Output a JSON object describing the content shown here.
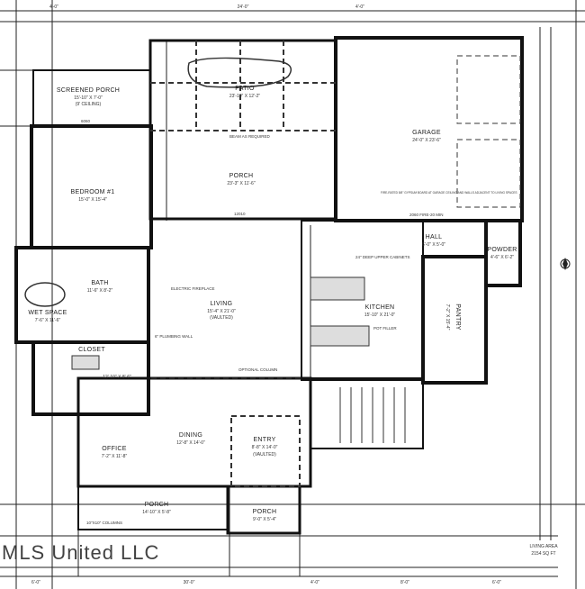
{
  "rooms": {
    "screened_porch": {
      "name": "SCREENED PORCH",
      "size": "15'-10\" X 7'-0\"",
      "note": "(9' CEILING)"
    },
    "patio": {
      "name": "PATIO",
      "size": "23'-10\" X 12'-2\""
    },
    "rear_porch": {
      "name": "PORCH",
      "size": "23'-3\" X 11'-6\""
    },
    "garage": {
      "name": "GARAGE",
      "size": "24'-0\" X 23'-6\""
    },
    "bedroom": {
      "name": "BEDROOM #1",
      "size": "15'-0\" X 15'-4\""
    },
    "bath": {
      "name": "BATH",
      "size": "11'-6\" X 8'-2\""
    },
    "wet_space": {
      "name": "WET SPACE",
      "size": "7'-6\" X 11'-6\""
    },
    "closet": {
      "name": "CLOSET",
      "size": "12'-10\" X 8'-6\""
    },
    "living": {
      "name": "LIVING",
      "size": "15'-4\" X 21'-0\"",
      "note": "(VAULTED)"
    },
    "kitchen": {
      "name": "KITCHEN",
      "size": "15'-10\" X 21'-0\""
    },
    "hall": {
      "name": "HALL",
      "size": "6'-0\" X 5'-0\""
    },
    "powder": {
      "name": "POWDER",
      "size": "4'-6\" X 6'-2\""
    },
    "pantry": {
      "name": "PANTRY",
      "size": "7'-2\" X 15'-4\""
    },
    "office": {
      "name": "OFFICE",
      "size": "7'-2\" X 11'-8\""
    },
    "dining": {
      "name": "DINING",
      "size": "12'-8\" X 14'-0\""
    },
    "entry": {
      "name": "ENTRY",
      "size": "8'-8\" X 14'-0\"",
      "note": "(VAULTED)"
    },
    "front_porch": {
      "name": "PORCH",
      "size": "14'-10\" X 5'-8\""
    },
    "entry_porch": {
      "name": "PORCH",
      "size": "9'-0\" X 5'-4\""
    }
  },
  "notes": {
    "beam": "BEAM AS REQUIRED",
    "fire_board": "FIRE-RATED 5/8\" GYPSUM BOARD AT GARAGE CEILING AND WALLS ADJACENT TO LIVING SPACES",
    "fire_door": "2060 FIRE-20 MIN",
    "upper_cabinets": "24\" DEEP UPPER CABINETS",
    "pot_filler": "POT FILLER",
    "fireplace": "ELECTRIC FIREPLACE",
    "plumbing_wall": "6\" PLUMBING WALL",
    "optional_column": "OPTIONAL COLUMN",
    "columns": "10\"X10\" COLUMNS",
    "door_6060": "6060",
    "door_12010": "12010"
  },
  "dimensions": {
    "bottom": [
      "6'-0\"",
      "30'-0\"",
      "4'-0\"",
      "8'-0\"",
      "6'-0\""
    ],
    "top": [
      "4'-0\"",
      "24'-0\"",
      "4'-0\""
    ]
  },
  "living_area": {
    "label": "LIVING AREA",
    "value": "2154 SQ FT"
  },
  "watermark": "MLS United LLC"
}
